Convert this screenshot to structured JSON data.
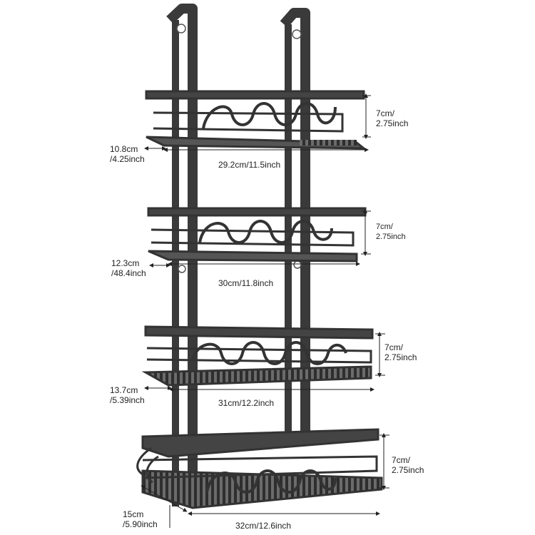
{
  "image": {
    "subject": "shower-caddy-rack-dimensions",
    "frame_color": "#3a3a3a"
  },
  "shelves": [
    {
      "height": "7cm/\n2.75inch",
      "depth_cm": "10.8cm",
      "depth_in": "/4.25inch",
      "width": "29.2cm/11.5inch"
    },
    {
      "height": "7cm/\n2.75inch",
      "depth_cm": "12.3cm",
      "depth_in": "/48.4inch",
      "width": "30cm/11.8inch"
    },
    {
      "height": "7cm/\n2.75inch",
      "depth_cm": "13.7cm",
      "depth_in": "/5.39inch",
      "width": "31cm/12.2inch"
    },
    {
      "height": "7cm/\n2.75inch",
      "depth_cm": "15cm",
      "depth_in": "/5.90inch",
      "width": "32cm/12.6inch"
    }
  ]
}
